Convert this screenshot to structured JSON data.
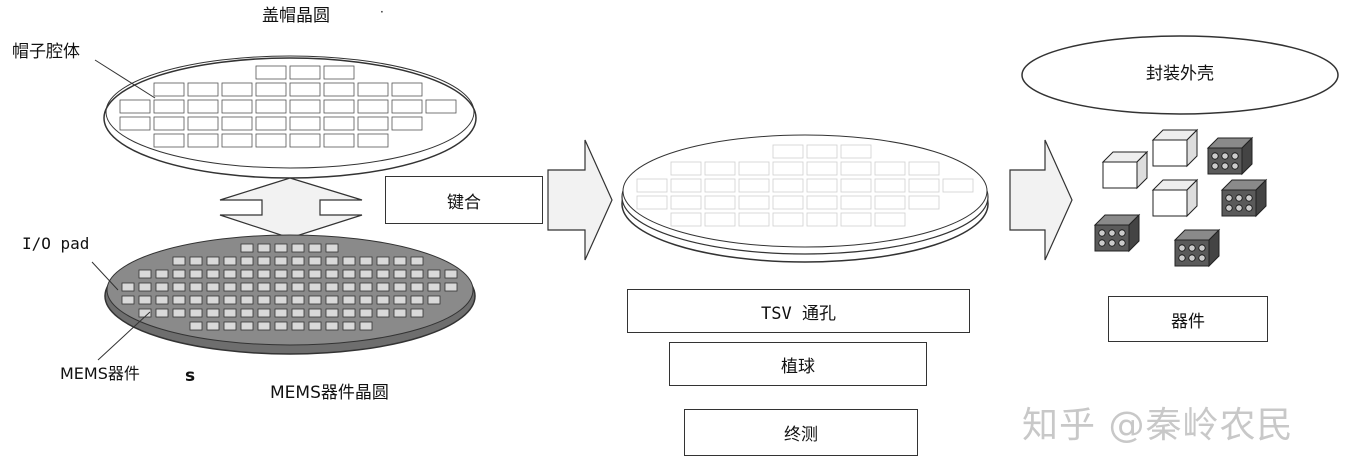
{
  "labels": {
    "cap_wafer": "盖帽晶圆",
    "cap_cavity": "帽子腔体",
    "io_pad": "I/O pad",
    "mems_device": "MEMS器件",
    "stray_s": "s",
    "mems_wafer": "MEMS器件晶圆",
    "package_shell": "封装外壳"
  },
  "steps": {
    "bonding": "键合",
    "tsv": "TSV 通孔",
    "ball_mount": "植球",
    "final_test": "终测",
    "device": "器件"
  },
  "watermark": "知乎 @秦岭农民",
  "colors": {
    "wafer_dark": "#8a8a8a",
    "wafer_light": "#ffffff",
    "arrow_fill": "#f2f2f2",
    "stroke": "#333333"
  }
}
